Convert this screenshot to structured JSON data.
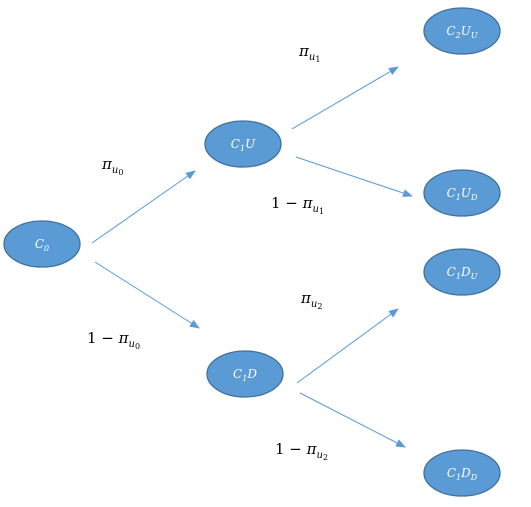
{
  "diagram": {
    "nodes": {
      "c0": {
        "base": "C",
        "sub": "0",
        "rest": "",
        "rest_sub": ""
      },
      "c1u": {
        "base": "C",
        "sub": "1",
        "rest": "U",
        "rest_sub": ""
      },
      "c1d": {
        "base": "C",
        "sub": "1",
        "rest": "D",
        "rest_sub": ""
      },
      "c2uu": {
        "base": "C",
        "sub": "2",
        "rest": "U",
        "rest_sub": "U"
      },
      "c1ud": {
        "base": "C",
        "sub": "1",
        "rest": "U",
        "rest_sub": "D"
      },
      "c1du": {
        "base": "C",
        "sub": "1",
        "rest": "D",
        "rest_sub": "U"
      },
      "c1dd": {
        "base": "C",
        "sub": "1",
        "rest": "D",
        "rest_sub": "D"
      }
    },
    "edge_labels": {
      "pi_u0": {
        "prefix": "",
        "symbol": "π",
        "sub": "u",
        "subsub": "0"
      },
      "one_minus_pi_u0": {
        "prefix": "1 − ",
        "symbol": "π",
        "sub": "u",
        "subsub": "0"
      },
      "pi_u1": {
        "prefix": "",
        "symbol": "π",
        "sub": "u",
        "subsub": "1"
      },
      "one_minus_pi_u1": {
        "prefix": "1 − ",
        "symbol": "π",
        "sub": "u",
        "subsub": "1"
      },
      "pi_u2": {
        "prefix": "",
        "symbol": "π",
        "sub": "u",
        "subsub": "2"
      },
      "one_minus_pi_u2": {
        "prefix": "1 − ",
        "symbol": "π",
        "sub": "u",
        "subsub": "2"
      }
    },
    "colors": {
      "node_fill": "#5b9bd5",
      "node_stroke": "#41719c",
      "edge": "#5b9bd5",
      "node_text": "#ffffff",
      "label_text": "#000000"
    }
  }
}
